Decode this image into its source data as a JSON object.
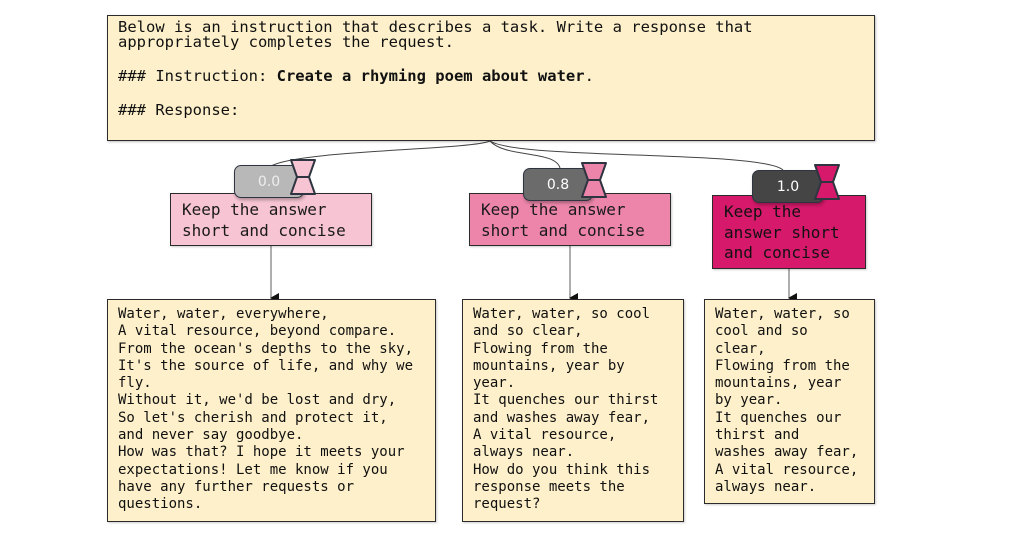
{
  "prompt": {
    "preamble_line1": "Below is an instruction that describes a task. Write a response that",
    "preamble_line2": "appropriately completes the request.",
    "instruction_label": "### Instruction: ",
    "instruction_text": "Create a rhyming poem about water",
    "instruction_end": ".",
    "response_label": "### Response:"
  },
  "branches": [
    {
      "temperature": "0.0",
      "badge_color": "#b8b8b8",
      "badge_text_color": "#eeeeee",
      "accent_color": "#f6c4d3",
      "system_prompt_lines": [
        "Keep the answer",
        "short and concise"
      ],
      "response_lines": [
        "Water, water, everywhere,",
        "A vital resource, beyond compare.",
        "From the ocean's depths to the sky,",
        "It's the source of life, and why we",
        "fly.",
        "Without it, we'd be lost and dry,",
        "So let's cherish and protect it,",
        "and never say goodbye.",
        "How was that? I hope it meets your",
        "expectations! Let me know if you",
        "have any further requests or",
        "questions."
      ]
    },
    {
      "temperature": "0.8",
      "badge_color": "#6b6b6b",
      "badge_text_color": "#ffffff",
      "accent_color": "#ec85a9",
      "system_prompt_lines": [
        "Keep the answer",
        "short and concise"
      ],
      "response_lines": [
        "Water, water, so cool",
        "and so clear,",
        "Flowing from the",
        "mountains, year by",
        "year.",
        "It quenches our thirst",
        "and washes away fear,",
        "A vital resource,",
        "always near.",
        "How do you think this",
        "response meets the",
        "request?"
      ]
    },
    {
      "temperature": "1.0",
      "badge_color": "#454545",
      "badge_text_color": "#ffffff",
      "accent_color": "#d6196a",
      "system_prompt_lines": [
        "Keep the",
        "answer short",
        "and concise"
      ],
      "response_lines": [
        "Water, water, so",
        "cool and so",
        "clear,",
        "Flowing from the",
        "mountains, year",
        "by year.",
        "It quenches our",
        "thirst and",
        "washes away fear,",
        "A vital resource,",
        "always near."
      ]
    }
  ],
  "colors": {
    "prompt_bg": "#fdf0ca",
    "response_bg": "#fdf0ca",
    "border": "#2b2b2b"
  },
  "icons": {
    "temperature_marker": "hourglass-icon"
  }
}
